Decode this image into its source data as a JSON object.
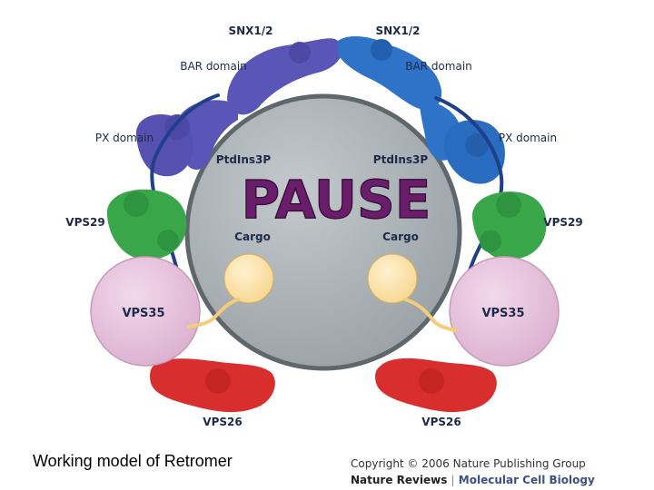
{
  "labels": {
    "snx_left": "SNX1/2",
    "snx_right": "SNX1/2",
    "bar_left": "BAR domain",
    "bar_right": "BAR domain",
    "px_left": "PX domain",
    "px_right": "PX domain",
    "ptdins_left": "PtdIns3P",
    "ptdins_right": "PtdIns3P",
    "vps29_left": "VPS29",
    "vps29_right": "VPS29",
    "cargo_left": "Cargo",
    "cargo_right": "Cargo",
    "vps35_left": "VPS35",
    "vps35_right": "VPS35",
    "vps26_left": "VPS26",
    "vps26_right": "VPS26"
  },
  "overlay_text": "PAUSE",
  "caption": "Working model of Retromer",
  "copyright": "Copyright © 2006 Nature Publishing Group",
  "journal": {
    "name": "Nature Reviews",
    "separator": "|",
    "subtitle": "Molecular Cell Biology"
  },
  "colors": {
    "snx_left": "#5a56b8",
    "snx_right": "#2f73c9",
    "vps29": "#3aa64a",
    "vps35": "#e7c3dd",
    "vps26": "#d92e2e",
    "membrane": "#a9b0b4",
    "cargo": "#fbe2a8",
    "pause": "#6a1d6a"
  }
}
